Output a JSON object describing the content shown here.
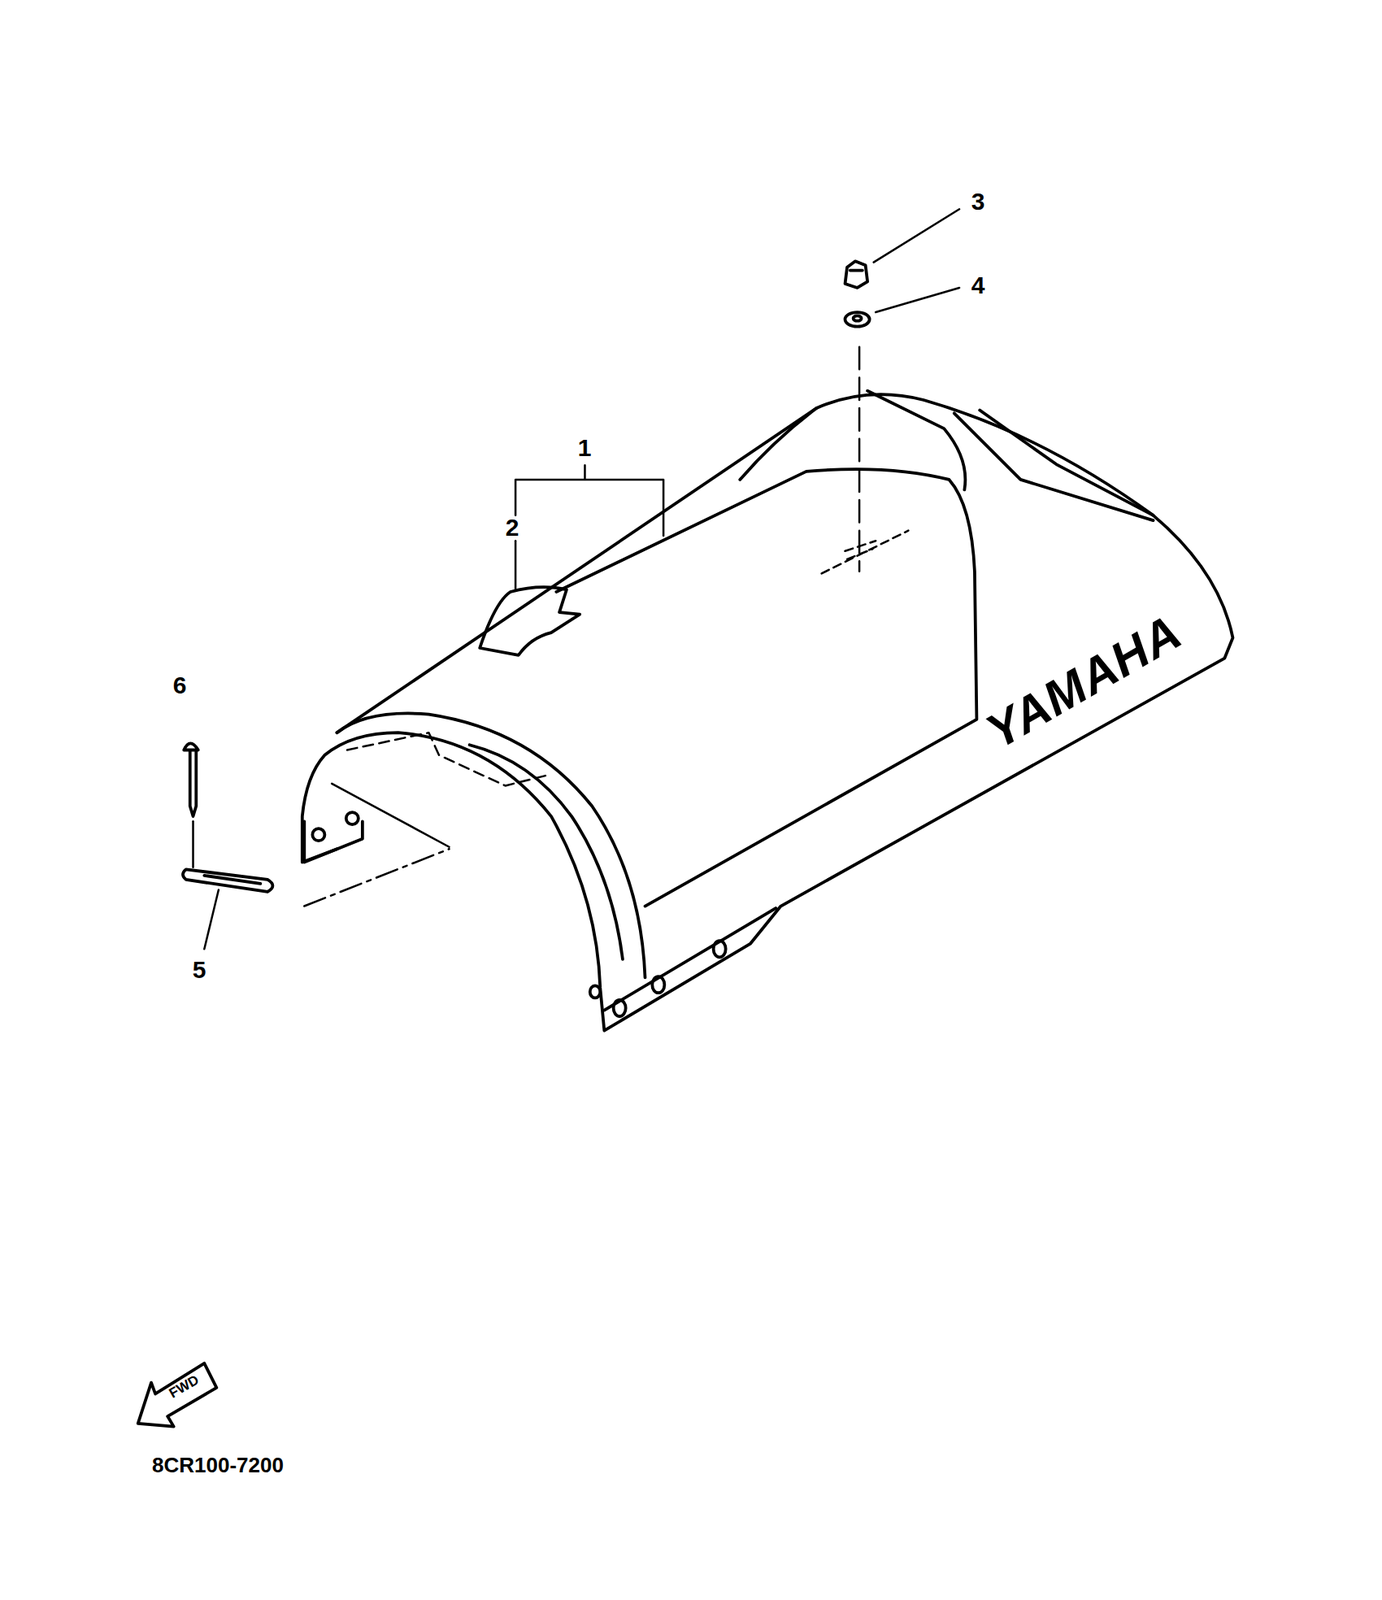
{
  "diagram": {
    "labels": [
      "3",
      "4",
      "1",
      "2",
      "6",
      "YAMAHA",
      "5",
      "FWD",
      "8CR100-7200"
    ]
  }
}
